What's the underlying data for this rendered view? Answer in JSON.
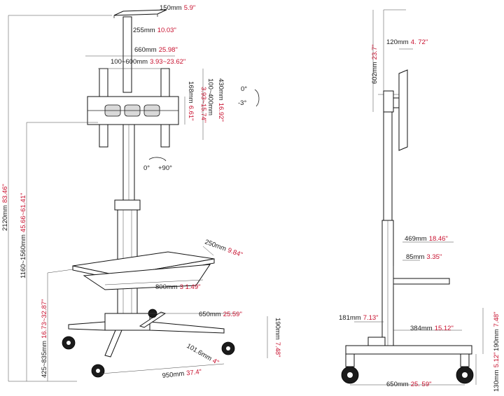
{
  "colors": {
    "accent": "#c8102e",
    "line": "#222222"
  },
  "labels": {
    "d150": {
      "mm": "150mm",
      "inch": "5.9\""
    },
    "d255": {
      "mm": "255mm",
      "inch": "10.03\""
    },
    "d660": {
      "mm": "660mm",
      "inch": "25.98\""
    },
    "d100_600": {
      "mm": "100~600mm",
      "inch": "3.93~23.62\""
    },
    "d430": {
      "mm": "430mm",
      "inch": "16.92\""
    },
    "d100_400": {
      "mm": "100~400mm",
      "inch": "3.93~15.74\""
    },
    "d168": {
      "mm": "168mm",
      "inch": "6.61\""
    },
    "d2120": {
      "mm": "2120mm",
      "inch": "83.46\""
    },
    "d1160_1560": {
      "mm": "1160~1560mm",
      "inch": "45.66~61.41\""
    },
    "d425_835": {
      "mm": "425~835mm",
      "inch": "16.73~32.87\""
    },
    "d250": {
      "mm": "250mm",
      "inch": "9.84\""
    },
    "d800": {
      "mm": "800mm",
      "inch": "3 1.49\""
    },
    "d650a": {
      "mm": "650mm",
      "inch": "25.59\""
    },
    "d190a": {
      "mm": "190mm",
      "inch": "7.48\""
    },
    "d101_6": {
      "mm": "101.6mm",
      "inch": "4\""
    },
    "d950": {
      "mm": "950mm",
      "inch": "37.4\""
    },
    "d602": {
      "mm": "602mm",
      "inch": "23.7\""
    },
    "d120": {
      "mm": "120mm",
      "inch": "4. 72\""
    },
    "d469": {
      "mm": "469mm",
      "inch": "18.46\""
    },
    "d85": {
      "mm": "85mm",
      "inch": "3.35\""
    },
    "d181": {
      "mm": "181mm",
      "inch": "7.13\""
    },
    "d384": {
      "mm": "384mm",
      "inch": "15.12\""
    },
    "d190b": {
      "mm": "190mm",
      "inch": "7.48\""
    },
    "d130": {
      "mm": "130mm",
      "inch": "5.12\""
    },
    "d650b": {
      "mm": "650mm",
      "inch": "25. 59\""
    }
  },
  "rotation": {
    "tilt_up": "0°",
    "tilt_down": "-3°",
    "pivot_start": "0°",
    "pivot_end": "+90°"
  }
}
